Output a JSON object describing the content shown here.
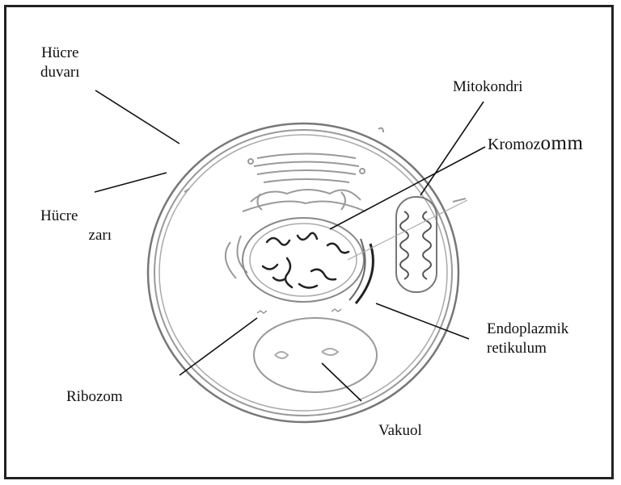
{
  "diagram": {
    "labels": {
      "hucre_duvari": {
        "line1": "Hücre",
        "line2": "duvarı"
      },
      "hucre_zari": {
        "line1": "Hücre",
        "line2": "zarı"
      },
      "mitokondri": "Mitokondri",
      "kromozom": {
        "prefix": "Kromoz",
        "suffix": "omm"
      },
      "endoplazmik_retikulum": {
        "line1": "Endoplazmik",
        "line2": "retikulum"
      },
      "ribozom": "Ribozom",
      "vakuol": "Vakuol"
    }
  }
}
